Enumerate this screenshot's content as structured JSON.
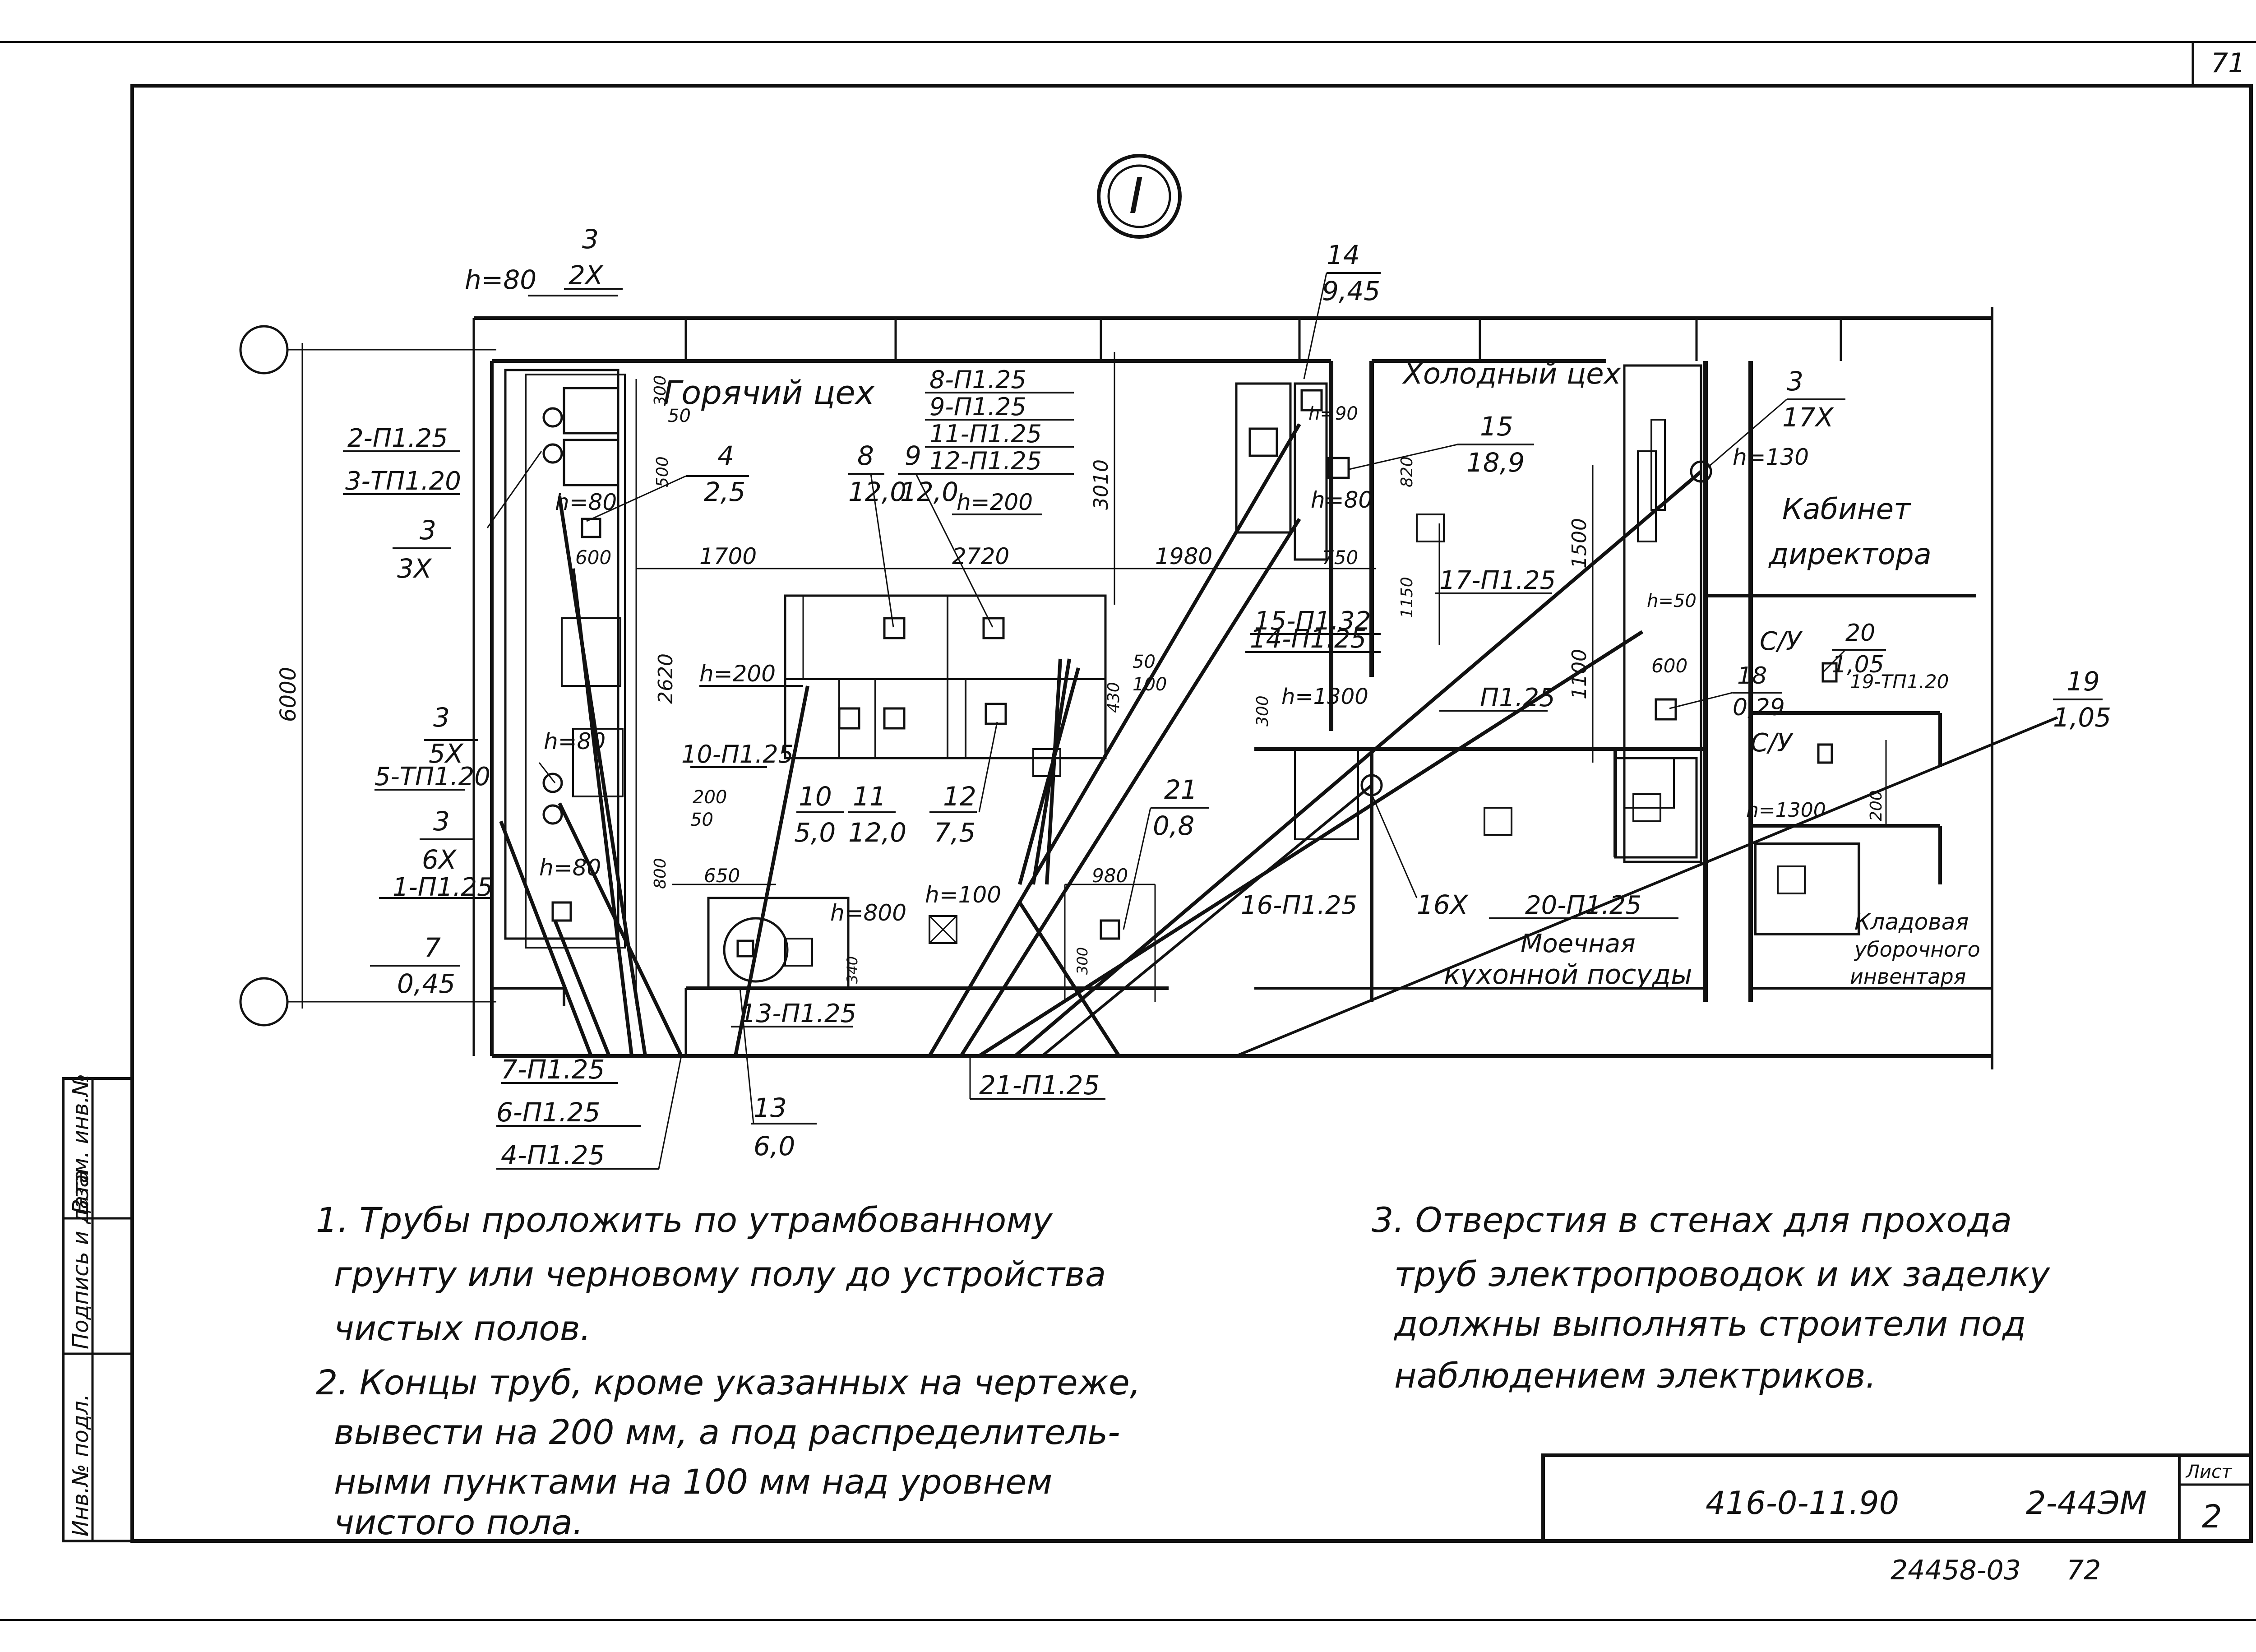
{
  "sheet": {
    "corner_page": "71",
    "section_mark": "I",
    "sheet_label": "Лист",
    "sheet_number": "2",
    "doc_code": "416-0-11.90",
    "drawing_code": "2-44ЭМ",
    "stamp_number": "24458-03",
    "stamp_page": "72"
  },
  "side_stamp": {
    "inv_orig": "Инв.№ подл.",
    "sign_date": "Подпись и дата",
    "inv_swap": "Взам. инв.№"
  },
  "rooms": {
    "hot": "Горячий цех",
    "cold": "Холодный цех",
    "office_1": "Кабинет",
    "office_2": "директора",
    "wc1": "С/У",
    "wc2": "С/У",
    "wash_1": "Моечная",
    "wash_2": "кухонной посуды",
    "store_1": "Кладовая",
    "store_2": "уборочного",
    "store_3": "инвентаря"
  },
  "dims": {
    "d6000": "6000",
    "d1700": "1700",
    "d2720": "2720",
    "d1980": "1980",
    "d2620": "2620",
    "d3010": "3010",
    "d300a": "300",
    "d600a": "600",
    "d600b": "600",
    "d650": "650",
    "d980": "980",
    "d750": "750",
    "d1150": "1150",
    "d1500": "1500",
    "d1100": "1100",
    "d200": "200",
    "d300b": "300",
    "d820": "820",
    "d340": "340",
    "d300c": "300",
    "d500": "500",
    "d50a": "50",
    "d50b": "50",
    "d50c": "50",
    "d100": "100",
    "d200b": "200",
    "d800": "800",
    "d430": "430"
  },
  "heights": {
    "h80a": "h=80",
    "h80b": "h=80",
    "h80c": "h=80",
    "h80d": "h=80",
    "h90": "h=90",
    "h80e": "h=80",
    "h200a": "h=200",
    "h200b": "h=200",
    "h130": "h=130",
    "h50": "h=50",
    "h1300a": "h=1300",
    "h1300b": "h=1300",
    "h100": "h=100",
    "h800": "h=800"
  },
  "points": {
    "p3a_n": "3",
    "p3a_v": "2X",
    "p3b_n": "3",
    "p3b_v": "3X",
    "p3c_n": "3",
    "p3c_v": "5X",
    "p3d_n": "3",
    "p3d_v": "6X",
    "p3e_n": "3",
    "p3e_v": "17X",
    "p4_n": "4",
    "p4_v": "2,5",
    "p7_n": "7",
    "p7_v": "0,45",
    "p8_n": "8",
    "p8_v": "12,0",
    "p9_n": "9",
    "p9_v": "12,0",
    "p10_n": "10",
    "p10_v": "5,0",
    "p11_n": "11",
    "p11_v": "12,0",
    "p12_n": "12",
    "p12_v": "7,5",
    "p13_n": "13",
    "p13_v": "6,0",
    "p14_n": "14",
    "p14_v": "9,45",
    "p15_n": "15",
    "p15_v": "18,9",
    "p18_n": "18",
    "p18_v": "0,29",
    "p19_n": "19",
    "p19_v": "1,05",
    "p20_n": "20",
    "p20_v": "1,05",
    "p21_n": "21",
    "p21_v": "0,8",
    "p16x": "16X"
  },
  "cables": {
    "c1": "1-П1.25",
    "c2": "2-П1.25",
    "c3": "3-ТП1.20",
    "c4": "4-П1.25",
    "c5": "5-ТП1.20",
    "c6": "6-П1.25",
    "c7": "7-П1.25",
    "c8": "8-П1.25",
    "c9": "9-П1.25",
    "c10": "10-П1.25",
    "c11": "11-П1.25",
    "c12": "12-П1.25",
    "c13": "13-П1.25",
    "c14": "14-П1.25",
    "c15": "15-П1.32",
    "c16": "16-П1.25",
    "c17": "17-П1.25",
    "c19": "19-ТП1.20",
    "c20": "20-П1.25",
    "c21": "21-П1.25",
    "cp": "П1.25"
  },
  "notes": {
    "n1_l1": "1. Трубы   проложить   по   утрамбованному",
    "n1_l2": "грунту   или   черновому   полу   до   устройства",
    "n1_l3": "чистых   полов.",
    "n2_l1": "2. Концы   труб,   кроме   указанных   на   чертеже,",
    "n2_l2": "вывести   на   200 мм,   а   под   распределитель-",
    "n2_l3": "ными   пунктами   на   100 мм   над   уровнем",
    "n2_l4": "чистого   пола.",
    "n3_l1": "3. Отверстия  в  стенах   для   прохода",
    "n3_l2": "труб   электропроводок   и  их  заделку",
    "n3_l3": "должны   выполнять   строители   под",
    "n3_l4": "наблюдением   электриков."
  }
}
